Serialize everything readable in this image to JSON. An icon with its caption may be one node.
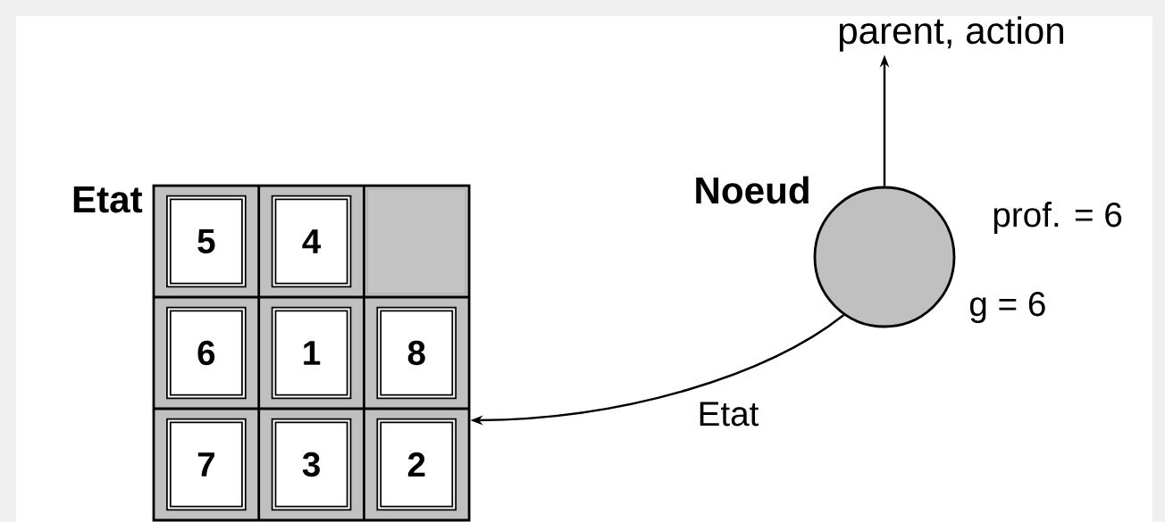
{
  "diagram": {
    "nodes": [
      {
        "text": [
          "Etat"
        ]
      },
      {
        "text": [
          "5"
        ],
        "in": 0
      },
      {
        "text": [
          "4"
        ],
        "in": 0
      },
      {
        "text": [],
        "shape": "box",
        "in": 0
      },
      {
        "text": [
          "6"
        ],
        "in": 0
      },
      {
        "text": [
          "1"
        ],
        "in": 0
      },
      {
        "text": [
          "8"
        ],
        "in": 0
      },
      {
        "text": [
          "7"
        ],
        "in": 0
      },
      {
        "text": [
          "3"
        ],
        "in": 0
      },
      {
        "text": [
          "2"
        ],
        "in": 0
      },
      {
        "text": [
          "Noeud"
        ],
        "beside": [
          "prof. = 6",
          "g = 6"
        ]
      },
      {
        "text": [
          "parent, action"
        ]
      }
    ],
    "edges": [
      {
        "from": 10,
        "to": 11,
        "arrow": "to"
      },
      {
        "from": 10,
        "to": 0,
        "arrow": "to",
        "label": "Etat"
      }
    ]
  }
}
